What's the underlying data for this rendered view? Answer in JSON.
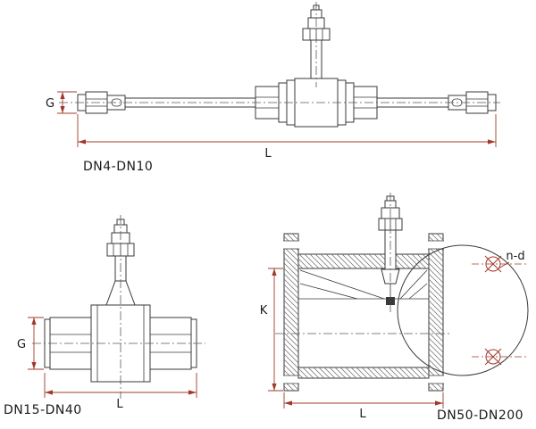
{
  "page": {
    "background": "#ffffff"
  },
  "colors": {
    "drawing_line": "#3a3a3a",
    "dimension_line": "#a0392a",
    "centerline": "#5a5a5a",
    "text": "#1a1a1a"
  },
  "drawings": {
    "threaded_small": {
      "label": "DN4-DN10",
      "dim_g": "G",
      "dim_l": "L"
    },
    "threaded_medium": {
      "label": "DN15-DN40",
      "dim_g": "G",
      "dim_l": "L"
    },
    "flanged_large": {
      "label": "DN50-DN200",
      "dim_k": "K",
      "dim_l": "L",
      "bolt_note": "n-d"
    }
  }
}
